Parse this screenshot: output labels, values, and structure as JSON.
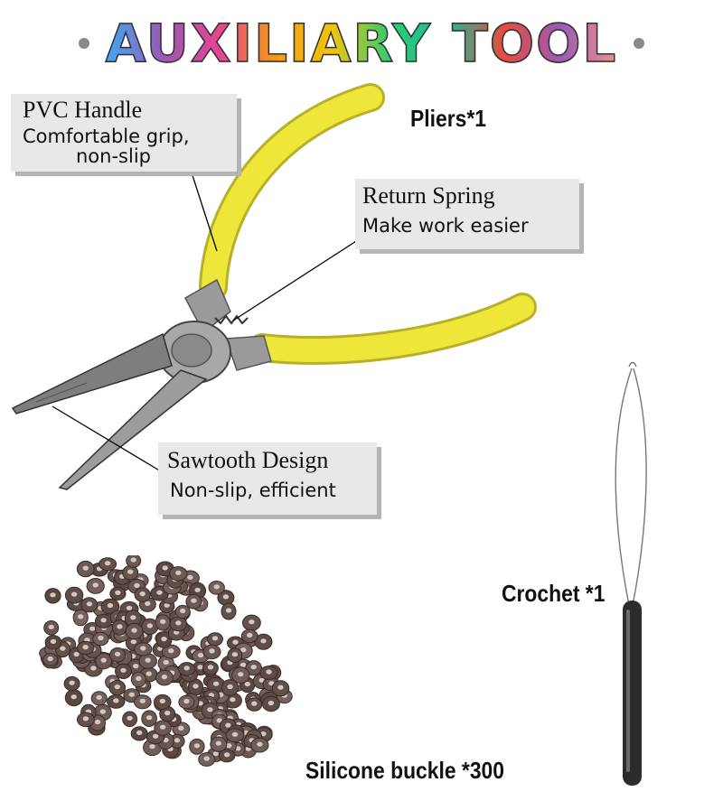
{
  "title": "AUXILIARY TOOL",
  "labels": {
    "pliers": "Pliers*1",
    "crochet": "Crochet *1",
    "silicone": "Silicone buckle *300"
  },
  "callouts": {
    "pvc": {
      "title": "PVC Handle",
      "line1": "Comfortable grip,",
      "line2": "non-slip"
    },
    "spring": {
      "title": "Return Spring",
      "line1": "Make work easier"
    },
    "saw": {
      "title": "Sawtooth Design",
      "line1": "Non-slip, efficient"
    }
  },
  "colors": {
    "handle": "#efe63a",
    "metal": "#8e8e8e",
    "bead": "#5a4440",
    "crochet": "#2c2c2c"
  }
}
